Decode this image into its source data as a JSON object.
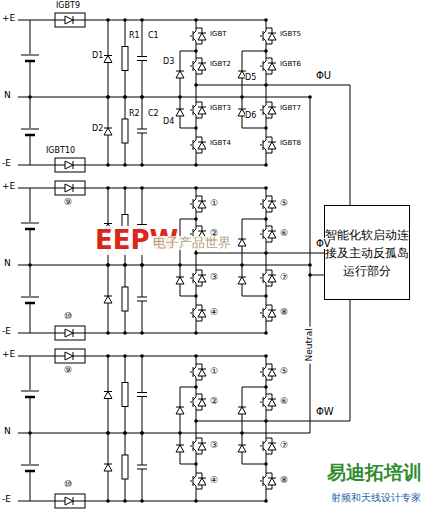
{
  "diagram": {
    "nodes": [
      {
        "text": [
          "智能化软启动连接及主动反孤岛运行部分"
        ]
      }
    ],
    "labels": [
      "+E",
      "N",
      "-E",
      "IGBT9",
      "R1",
      "C1",
      "D1",
      "D2",
      "R2",
      "C2",
      "IGBT10",
      "IGBT",
      "IGBT5",
      "D3",
      "D5",
      "IGBT2",
      "IGBT6",
      "D4",
      "IGBT3",
      "D6",
      "IGBT7",
      "IGBT4",
      "IGBT8",
      "ΦU",
      "+E",
      "N",
      "-E",
      "⑨",
      "①",
      "⑤",
      "②",
      "⑥",
      "③",
      "⑦",
      "④",
      "⑧",
      "⑩",
      "ΦV",
      "Neutral",
      "+E",
      "N",
      "-E",
      "⑨",
      "①",
      "⑤",
      "②",
      "⑥",
      "③",
      "⑦",
      "④",
      "⑧",
      "⑩",
      "ΦW",
      "EEPW",
      "电子产品世界",
      "易迪拓培训",
      "射频和天线设计专家"
    ]
  }
}
